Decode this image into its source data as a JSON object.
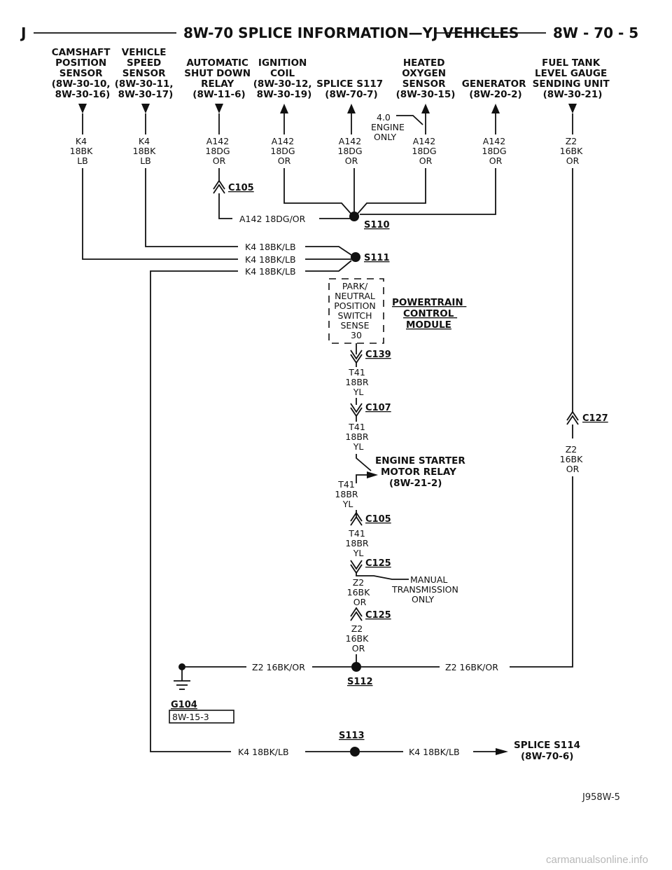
{
  "header": {
    "left": "J",
    "title": "8W-70 SPLICE INFORMATION—YJ VEHICLES",
    "right": "8W - 70 - 5"
  },
  "components": [
    {
      "lines": [
        "CAMSHAFT",
        "POSITION",
        "SENSOR",
        "(8W-30-10,",
        "8W-30-16)"
      ]
    },
    {
      "lines": [
        "VEHICLE",
        "SPEED",
        "SENSOR",
        "(8W-30-11,",
        "8W-30-17)"
      ]
    },
    {
      "lines": [
        "AUTOMATIC",
        "SHUT DOWN",
        "RELAY",
        "(8W-11-6)"
      ]
    },
    {
      "lines": [
        "IGNITION",
        "COIL",
        "(8W-30-12,",
        "8W-30-19)"
      ]
    },
    {
      "lines": [
        "SPLICE S117",
        "(8W-70-7)"
      ]
    },
    {
      "lines": [
        "HEATED",
        "OXYGEN",
        "SENSOR",
        "(8W-30-15)"
      ]
    },
    {
      "lines": [
        "GENERATOR",
        "(8W-20-2)"
      ]
    },
    {
      "lines": [
        "FUEL TANK",
        "LEVEL GAUGE",
        "SENDING UNIT",
        "(8W-30-21)"
      ]
    }
  ],
  "wires": [
    [
      "K4",
      "18BK",
      "LB"
    ],
    [
      "K4",
      "18BK",
      "LB"
    ],
    [
      "A142",
      "18DG",
      "OR"
    ],
    [
      "A142",
      "18DG",
      "OR"
    ],
    [
      "A142",
      "18DG",
      "OR"
    ],
    [
      "A142",
      "18DG",
      "OR"
    ],
    [
      "A142",
      "18DG",
      "OR"
    ],
    [
      "Z2",
      "16BK",
      "OR"
    ]
  ],
  "engine_note": [
    "4.0",
    "ENGINE",
    "ONLY"
  ],
  "connectors": {
    "c105a": "C105",
    "c139": "C139",
    "c107": "C107",
    "c127": "C127",
    "c105b": "C105",
    "c125a": "C125",
    "c125b": "C125"
  },
  "splices": {
    "s110": "S110",
    "s111": "S111",
    "s112": "S112",
    "s113": "S113"
  },
  "circuit_labels": {
    "s110_in": "A142 18DG/OR",
    "s111_in1": "K4 18BK/LB",
    "s111_in2": "K4 18BK/LB",
    "s111_out": "K4 18BK/LB",
    "s112_left": "Z2 16BK/OR",
    "s112_right": "Z2 16BK/OR",
    "s113_left": "K4 18BK/LB",
    "s113_right": "K4 18BK/LB"
  },
  "pnp_box": [
    "PARK/",
    "NEUTRAL",
    "POSITION",
    "SWITCH",
    "SENSE",
    "30"
  ],
  "pcm": [
    "POWERTRAIN",
    "CONTROL",
    "MODULE"
  ],
  "t41_wires": [
    [
      "T41",
      "18BR",
      "YL"
    ],
    [
      "T41",
      "18BR",
      "YL"
    ],
    [
      "T41",
      "18BR",
      "YL"
    ],
    [
      "T41",
      "18BR",
      "YL"
    ]
  ],
  "starter_relay": [
    "ENGINE STARTER",
    "MOTOR RELAY",
    "(8W-21-2)"
  ],
  "z2_right": [
    "Z2",
    "16BK",
    "OR"
  ],
  "z2_mid1": [
    "Z2",
    "16BK",
    "OR"
  ],
  "z2_mid2": [
    "Z2",
    "16BK",
    "OR"
  ],
  "manual_note": [
    "MANUAL",
    "TRANSMISSION",
    "ONLY"
  ],
  "ground": {
    "label": "G104",
    "ref": "8W-15-3"
  },
  "splice_s114": [
    "SPLICE S114",
    "(8W-70-6)"
  ],
  "figure_id": "J958W-5",
  "watermark": "carmanualsonline.info"
}
